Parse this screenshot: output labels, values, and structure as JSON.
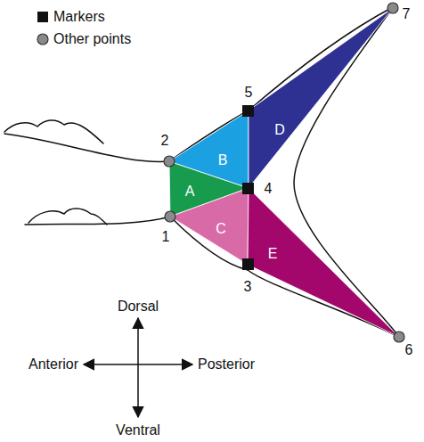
{
  "diagram": {
    "nodes": [
      {
        "text": [
          "A"
        ]
      },
      {
        "text": [
          "B"
        ]
      },
      {
        "text": [
          "C"
        ]
      },
      {
        "text": [
          "D"
        ]
      },
      {
        "text": [
          "E"
        ]
      }
    ],
    "labels": [
      "1",
      "2",
      "3",
      "4",
      "5",
      "6",
      "7",
      "Dorsal",
      "Anterior",
      "Posterior",
      "Ventral"
    ],
    "legend": [
      {
        "text": "Markers"
      },
      {
        "text": "Other points"
      }
    ]
  }
}
